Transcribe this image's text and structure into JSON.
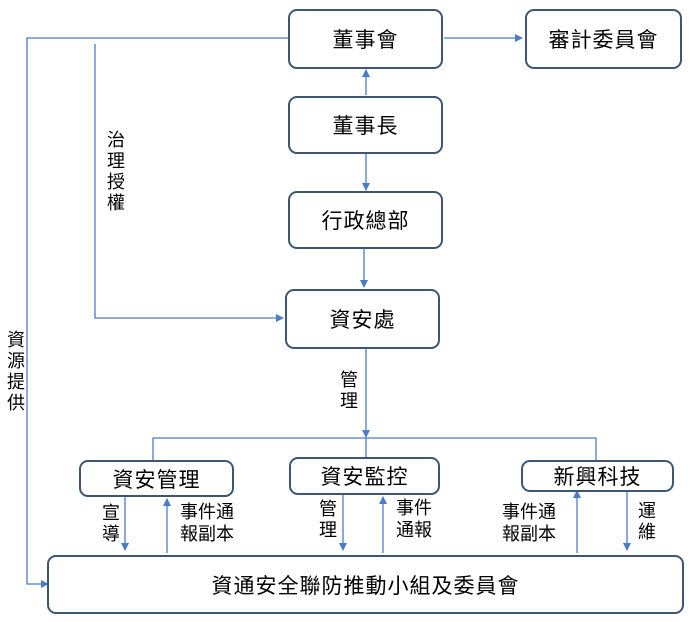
{
  "boxes": {
    "board": "董事會",
    "audit_committee": "審計委員會",
    "chairman": "董事長",
    "admin_hq": "行政總部",
    "infosec_office": "資安處",
    "infosec_mgmt": "資安管理",
    "infosec_monitor": "資安監控",
    "emerging_tech": "新興科技",
    "joint_team": "資通安全聯防推動小組及委員會"
  },
  "labels": {
    "governance_auth": "治理授權",
    "resource_provision": "資源提供",
    "manage_main": "管理",
    "advocate": "宣導",
    "incident_copy_1_line1": "事件通",
    "incident_copy_1_line2": "報副本",
    "manage_sub": "管理",
    "incident_report_line1": "事件",
    "incident_report_line2": "通報",
    "incident_copy_2_line1": "事件通",
    "incident_copy_2_line2": "報副本",
    "operations": "運維"
  },
  "colors": {
    "box_border": "#3e5673",
    "connector": "#4a7bc8"
  }
}
